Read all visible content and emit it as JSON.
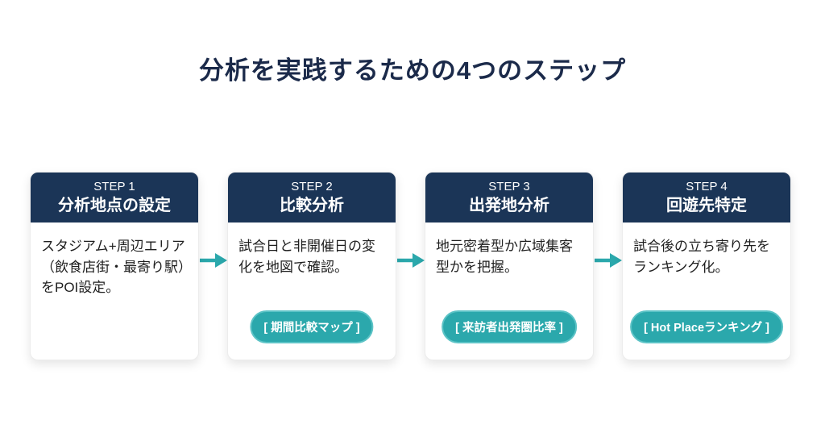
{
  "title": "分析を実践するための4つのステップ",
  "colors": {
    "navy": "#1b3557",
    "teal": "#2ba8ac",
    "title_text": "#1b2a4a",
    "body_text": "#1f1f1f"
  },
  "steps": [
    {
      "step_label": "STEP 1",
      "step_title": "分析地点の設定",
      "body": "スタジアム+周辺エリア（飲食店街・最寄り駅）をPOI設定。",
      "badge": null
    },
    {
      "step_label": "STEP 2",
      "step_title": "比較分析",
      "body": "試合日と非開催日の変化を地図で確認。",
      "badge": "[ 期間比較マップ ]"
    },
    {
      "step_label": "STEP 3",
      "step_title": "出発地分析",
      "body": "地元密着型か広域集客型かを把握。",
      "badge": "[ 来訪者出発圏比率 ]"
    },
    {
      "step_label": "STEP 4",
      "step_title": "回遊先特定",
      "body": "試合後の立ち寄り先をランキング化。",
      "badge": "[ Hot Placeランキング ]"
    }
  ]
}
